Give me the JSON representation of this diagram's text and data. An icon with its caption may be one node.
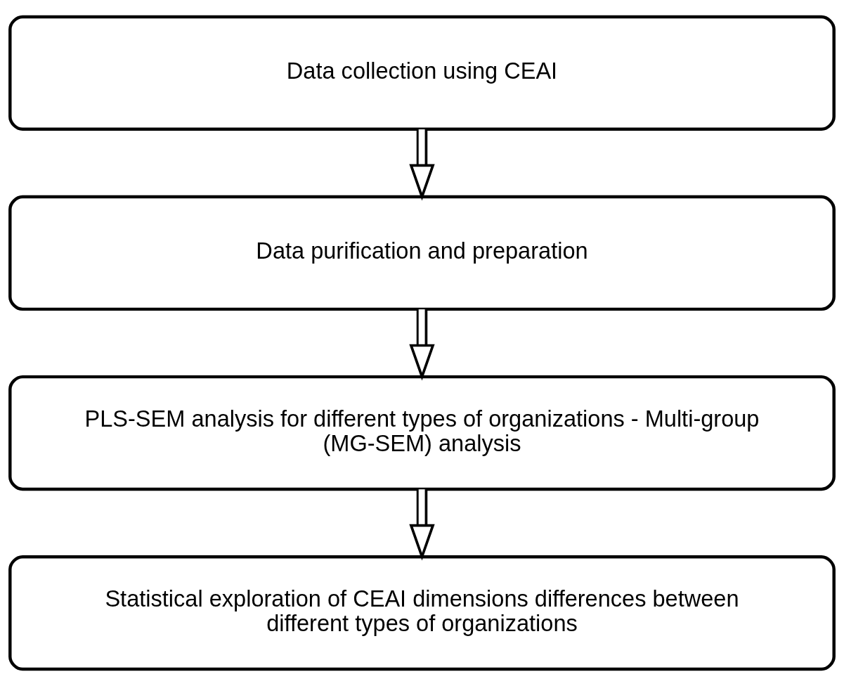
{
  "diagram": {
    "nodes": [
      {
        "text": [
          "Data collection using CEAI"
        ]
      },
      {
        "text": [
          "Data purification and preparation"
        ]
      },
      {
        "text": [
          "PLS-SEM analysis for different types of organizations - Multi-group (MG-SEM) analysis"
        ]
      },
      {
        "text": [
          "Statistical exploration of CEAI dimensions differences between different types of organizations"
        ]
      }
    ],
    "edges": [
      {
        "from": 0,
        "to": 1,
        "arrow": "to"
      },
      {
        "from": 1,
        "to": 2,
        "arrow": "to"
      },
      {
        "from": 2,
        "to": 3,
        "arrow": "to"
      }
    ]
  }
}
